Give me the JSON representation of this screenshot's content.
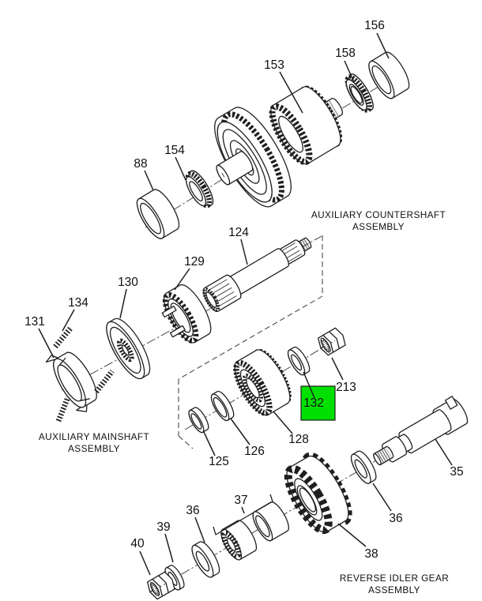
{
  "page": {
    "background": "#ffffff"
  },
  "diagram": {
    "type": "exploded-parts-diagram",
    "line_color": "#1f1f1f",
    "highlight": {
      "part": "132",
      "fill": "#00e000",
      "border": "#1f1f1f"
    },
    "callouts": [
      {
        "part": "88"
      },
      {
        "part": "154"
      },
      {
        "part": "153"
      },
      {
        "part": "158"
      },
      {
        "part": "156"
      },
      {
        "part": "124"
      },
      {
        "part": "129"
      },
      {
        "part": "130"
      },
      {
        "part": "134"
      },
      {
        "part": "131"
      },
      {
        "part": "125"
      },
      {
        "part": "126"
      },
      {
        "part": "128"
      },
      {
        "part": "132"
      },
      {
        "part": "213"
      },
      {
        "part": "40"
      },
      {
        "part": "39"
      },
      {
        "part": "36"
      },
      {
        "part": "37"
      },
      {
        "part": "38"
      },
      {
        "part": "36"
      },
      {
        "part": "35"
      }
    ],
    "captions": [
      {
        "line1": "AUXILIARY COUNTERSHAFT",
        "line2": "ASSEMBLY"
      },
      {
        "line1": "AUXILIARY MAINSHAFT",
        "line2": "ASSEMBLY"
      },
      {
        "line1": "REVERSE IDLER GEAR",
        "line2": "ASSEMBLY"
      }
    ]
  }
}
